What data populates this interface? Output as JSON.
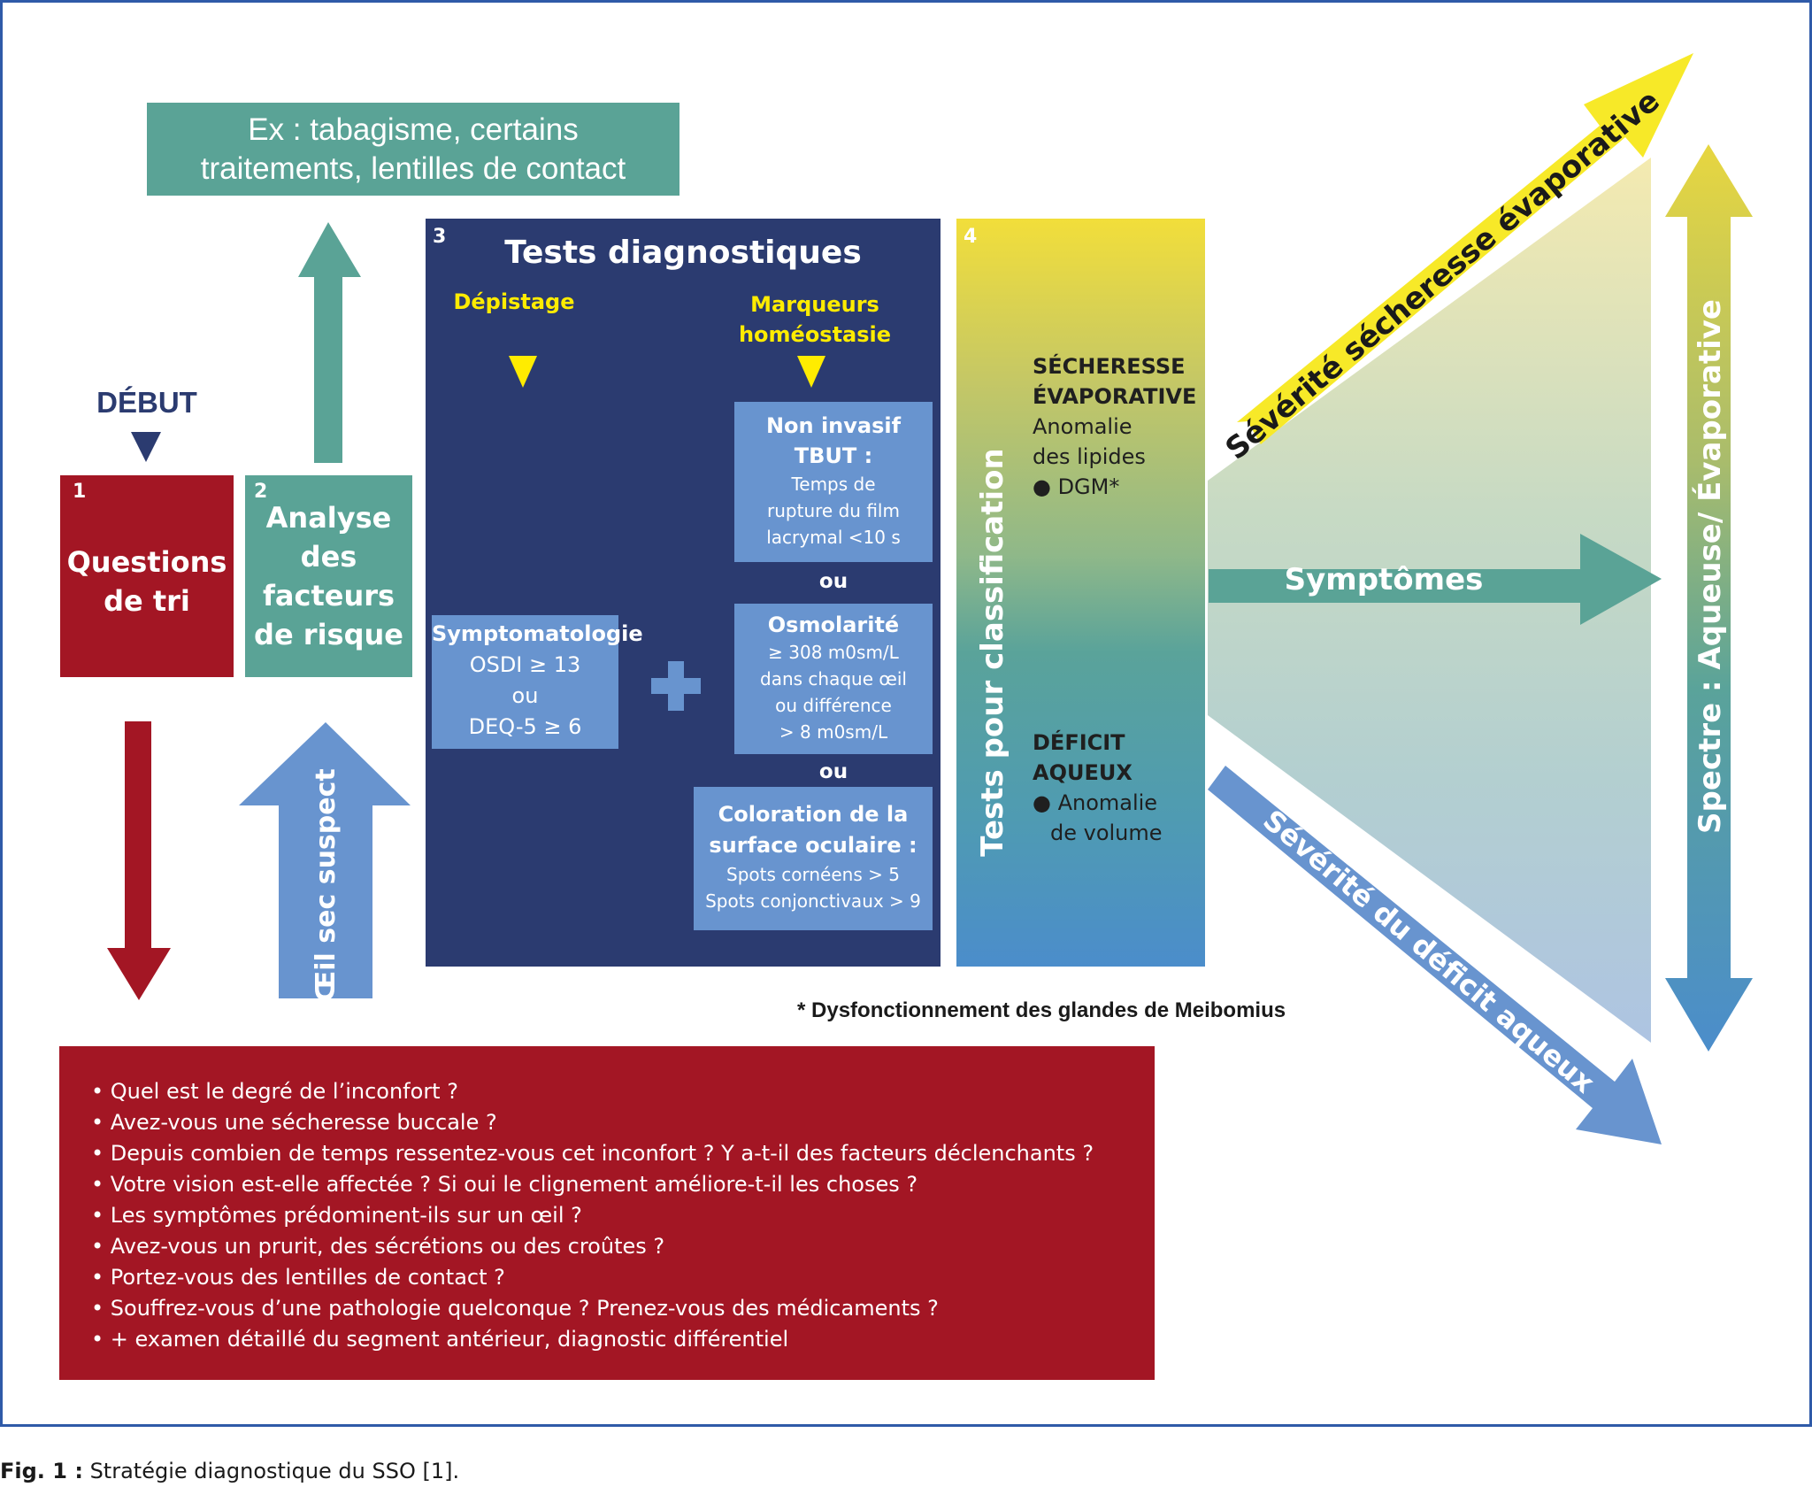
{
  "figure": {
    "caption_label": "Fig. 1 :",
    "caption_text": " Stratégie diagnostique du SSO [1].",
    "footnote": "* Dysfonctionnement des glandes de Meibomius"
  },
  "risk_examples": {
    "line1": "Ex : tabagisme, certains",
    "line2": "traitements, lentilles de contact"
  },
  "start": {
    "label": "DÉBUT"
  },
  "step1": {
    "number": "1",
    "lines": [
      "Questions",
      "de tri"
    ]
  },
  "step2": {
    "number": "2",
    "lines": [
      "Analyse",
      "des",
      "facteurs",
      "de risque"
    ]
  },
  "suspect_arrow": {
    "label": "Œil sec suspect"
  },
  "step3": {
    "number": "3",
    "title": "Tests diagnostiques",
    "col_left": "Dépistage",
    "col_right_1": "Marqueurs",
    "col_right_2": "homéostasie",
    "symptomatology": {
      "title": "Symptomatologie",
      "l1": "OSDI ≥ 13",
      "l2": "ou",
      "l3": "DEQ-5 ≥ 6"
    },
    "tbut": {
      "t1": "Non invasif",
      "t2": "TBUT :",
      "l1": "Temps de",
      "l2": "rupture du film",
      "l3": "lacrymal <10 s"
    },
    "or1": "ou",
    "osmolarity": {
      "title": "Osmolarité",
      "l1": "≥ 308 m0sm/L",
      "l2": "dans chaque œil",
      "l3": "ou différence",
      "l4": "> 8 m0sm/L"
    },
    "or2": "ou",
    "staining": {
      "t1": "Coloration de la",
      "t2": "surface oculaire :",
      "l1": "Spots cornéens > 5",
      "l2": "Spots conjonctivaux > 9"
    }
  },
  "step4": {
    "number": "4",
    "vertical_label": "Tests pour classification",
    "evap_title_1": "SÉCHERESSE",
    "evap_title_2": "ÉVAPORATIVE",
    "evap_l1": "Anomalie",
    "evap_l2": "des lipides",
    "evap_l3": "● DGM*",
    "aq_title_1": "DÉFICIT",
    "aq_title_2": "AQUEUX",
    "aq_l1": "● Anomalie",
    "aq_l2": "de volume"
  },
  "right_panel": {
    "evap_severity": "Sévérité sécheresse évaporative",
    "symptoms": "Symptômes",
    "aq_severity": "Sévérité du déficit aqueux",
    "spectrum": "Spectre : Aqueuse/ Évaporative"
  },
  "triage_questions": {
    "items": [
      "• Quel est le degré de l’inconfort ?",
      "• Avez-vous une sécheresse buccale ?",
      "• Depuis combien de temps ressentez-vous cet inconfort ? Y a-t-il des facteurs déclenchants ?",
      "• Votre vision est-elle affectée ? Si oui le clignement améliore-t-il les choses ?",
      "• Les symptômes prédominent-ils sur un œil ?",
      "• Avez-vous un prurit, des sécrétions ou des croûtes ?",
      "• Portez-vous des lentilles de contact ?",
      "• Souffrez-vous d’une pathologie quelconque ? Prenez-vous des médicaments ?"
    ],
    "highlight": "• + examen détaillé du segment antérieur, diagnostic différentiel"
  },
  "colors": {
    "red": "#a31624",
    "teal": "#5aa396",
    "navy": "#2b3b70",
    "light_blue": "#6894cf",
    "yellow": "#ffec00",
    "frame": "#2f5aa8"
  }
}
